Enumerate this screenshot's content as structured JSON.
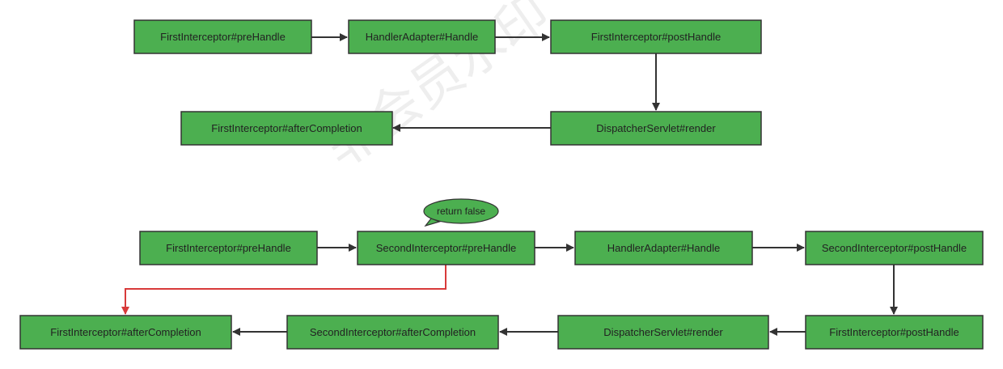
{
  "watermark": "非会员水印",
  "colors": {
    "box_fill": "#4caf50",
    "arrow": "#333333",
    "highlight_arrow": "#d83a3a"
  },
  "diagram1": {
    "boxes": [
      {
        "id": "d1-first-prehandle",
        "label": "FirstInterceptor#preHandle"
      },
      {
        "id": "d1-handleradapter-handle",
        "label": "HandlerAdapter#Handle"
      },
      {
        "id": "d1-first-posthandle",
        "label": "FirstInterceptor#postHandle"
      },
      {
        "id": "d1-dispatcherservlet-render",
        "label": "DispatcherServlet#render"
      },
      {
        "id": "d1-first-aftercompletion",
        "label": "FirstInterceptor#afterCompletion"
      }
    ]
  },
  "diagram2": {
    "callout": "return false",
    "boxes": [
      {
        "id": "d2-first-prehandle",
        "label": "FirstInterceptor#preHandle"
      },
      {
        "id": "d2-second-prehandle",
        "label": "SecondInterceptor#preHandle"
      },
      {
        "id": "d2-handleradapter-handle",
        "label": "HandlerAdapter#Handle"
      },
      {
        "id": "d2-second-posthandle",
        "label": "SecondInterceptor#postHandle"
      },
      {
        "id": "d2-first-posthandle",
        "label": "FirstInterceptor#postHandle"
      },
      {
        "id": "d2-dispatcherservlet-render",
        "label": "DispatcherServlet#render"
      },
      {
        "id": "d2-second-aftercompletion",
        "label": "SecondInterceptor#afterCompletion"
      },
      {
        "id": "d2-first-aftercompletion",
        "label": "FirstInterceptor#afterCompletion"
      }
    ]
  }
}
